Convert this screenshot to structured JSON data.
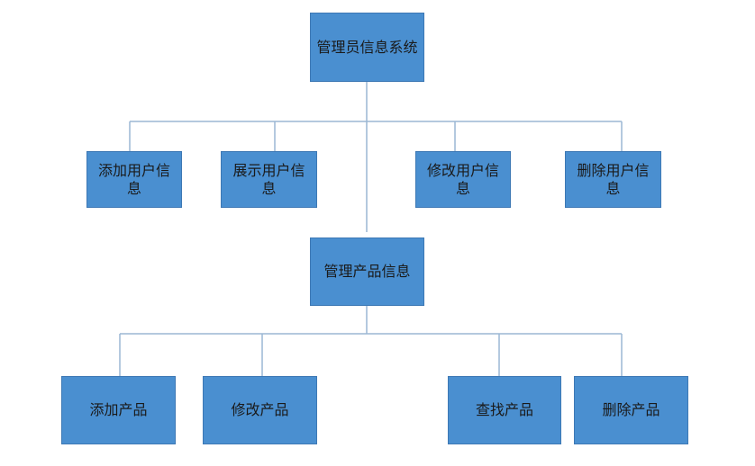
{
  "colors": {
    "node_fill": "#4a8fd0",
    "node_border": "#3d78b4",
    "connector": "#9bb7d4"
  },
  "diagram": {
    "root": {
      "label": "管理员信息系统"
    },
    "user_ops": [
      {
        "label": "添加用户信息"
      },
      {
        "label": "展示用户信息"
      },
      {
        "label": "修改用户信息"
      },
      {
        "label": "删除用户信息"
      }
    ],
    "product_manager": {
      "label": "管理产品信息"
    },
    "product_ops": [
      {
        "label": "添加产品"
      },
      {
        "label": "修改产品"
      },
      {
        "label": "查找产品"
      },
      {
        "label": "删除产品"
      }
    ]
  }
}
